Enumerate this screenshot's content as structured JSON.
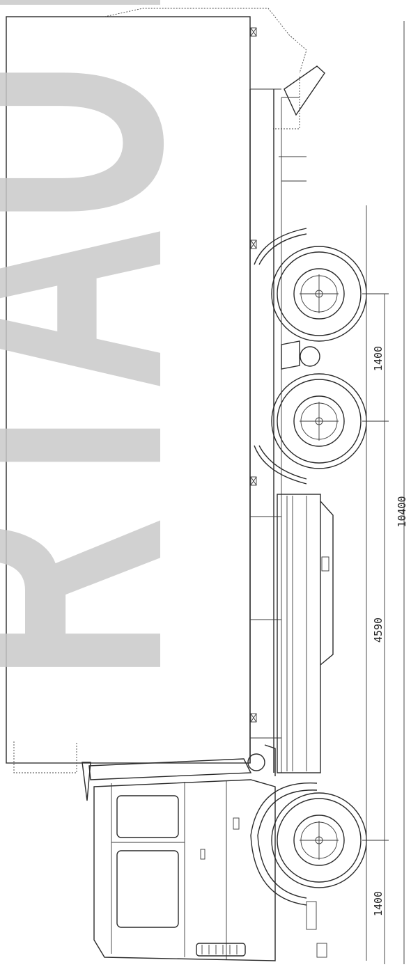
{
  "drawing": {
    "dimensions": {
      "rear_axle_spacing": "1400",
      "wheelbase": "4590",
      "overall_length": "10400",
      "front_overhang": "1400"
    },
    "watermark": {
      "text": "RTAUTO"
    }
  },
  "colors": {
    "line": "#2a2a2a",
    "watermark": "#c9c9c9",
    "background": "#ffffff"
  }
}
